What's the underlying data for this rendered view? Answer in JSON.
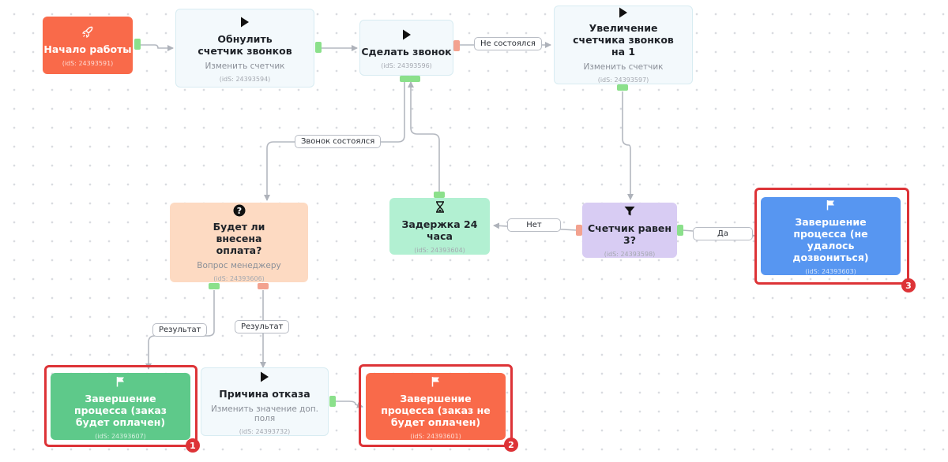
{
  "nodes": {
    "start": {
      "title": "Начало работы",
      "ids": "(idS: 24393591)"
    },
    "reset": {
      "title": "Обнулить счетчик звонков",
      "sub": "Изменить счетчик",
      "ids": "(idS: 24393594)"
    },
    "call": {
      "title": "Сделать звонок",
      "ids": "(idS: 24393596)"
    },
    "increase": {
      "title": "Увеличение счетчика звонков на 1",
      "sub": "Изменить счетчик",
      "ids": "(idS: 24393597)"
    },
    "question": {
      "title": "Будет ли внесена оплата?",
      "sub": "Вопрос менеджеру",
      "ids": "(idS: 24393606)"
    },
    "delay": {
      "title": "Задержка 24 часа",
      "ids": "(idS: 24393604)"
    },
    "counter": {
      "title": "Счетчик равен 3?",
      "ids": "(idS: 24393598)"
    },
    "end_fail": {
      "title": "Завершение процесса (не удалось дозвониться)",
      "ids": "(idS: 24393603)"
    },
    "end_paid": {
      "title": "Завершение процесса (заказ будет оплачен)",
      "ids": "(idS: 24393607)"
    },
    "reason": {
      "title": "Причина отказа",
      "sub": "Изменить значение доп. поля",
      "ids": "(idS: 24393732)"
    },
    "end_unpaid": {
      "title": "Завершение процесса (заказ не будет оплачен)",
      "ids": "(idS: 24393601)"
    }
  },
  "edge_labels": {
    "not_happened": "Не состоялся",
    "call_happened": "Звонок состоялся",
    "no": "Нет",
    "yes": "Да",
    "result_1": "Результат",
    "result_2": "Результат"
  },
  "badges": {
    "b1": "1",
    "b2": "2",
    "b3": "3"
  },
  "icons": {
    "start": "rocket-icon",
    "action": "play-icon",
    "question": "question-icon",
    "delay": "hourglass-icon",
    "filter": "filter-icon",
    "finish": "flag-icon"
  },
  "colors": {
    "start": "#f96a4a",
    "action": "#f3f9fc",
    "question": "#fddac2",
    "delay": "#b2f0d2",
    "condition": "#d8ccf3",
    "end_blue": "#5796f1",
    "end_green": "#5ec98a",
    "end_red": "#f96a4a",
    "highlight": "#dd3337"
  }
}
